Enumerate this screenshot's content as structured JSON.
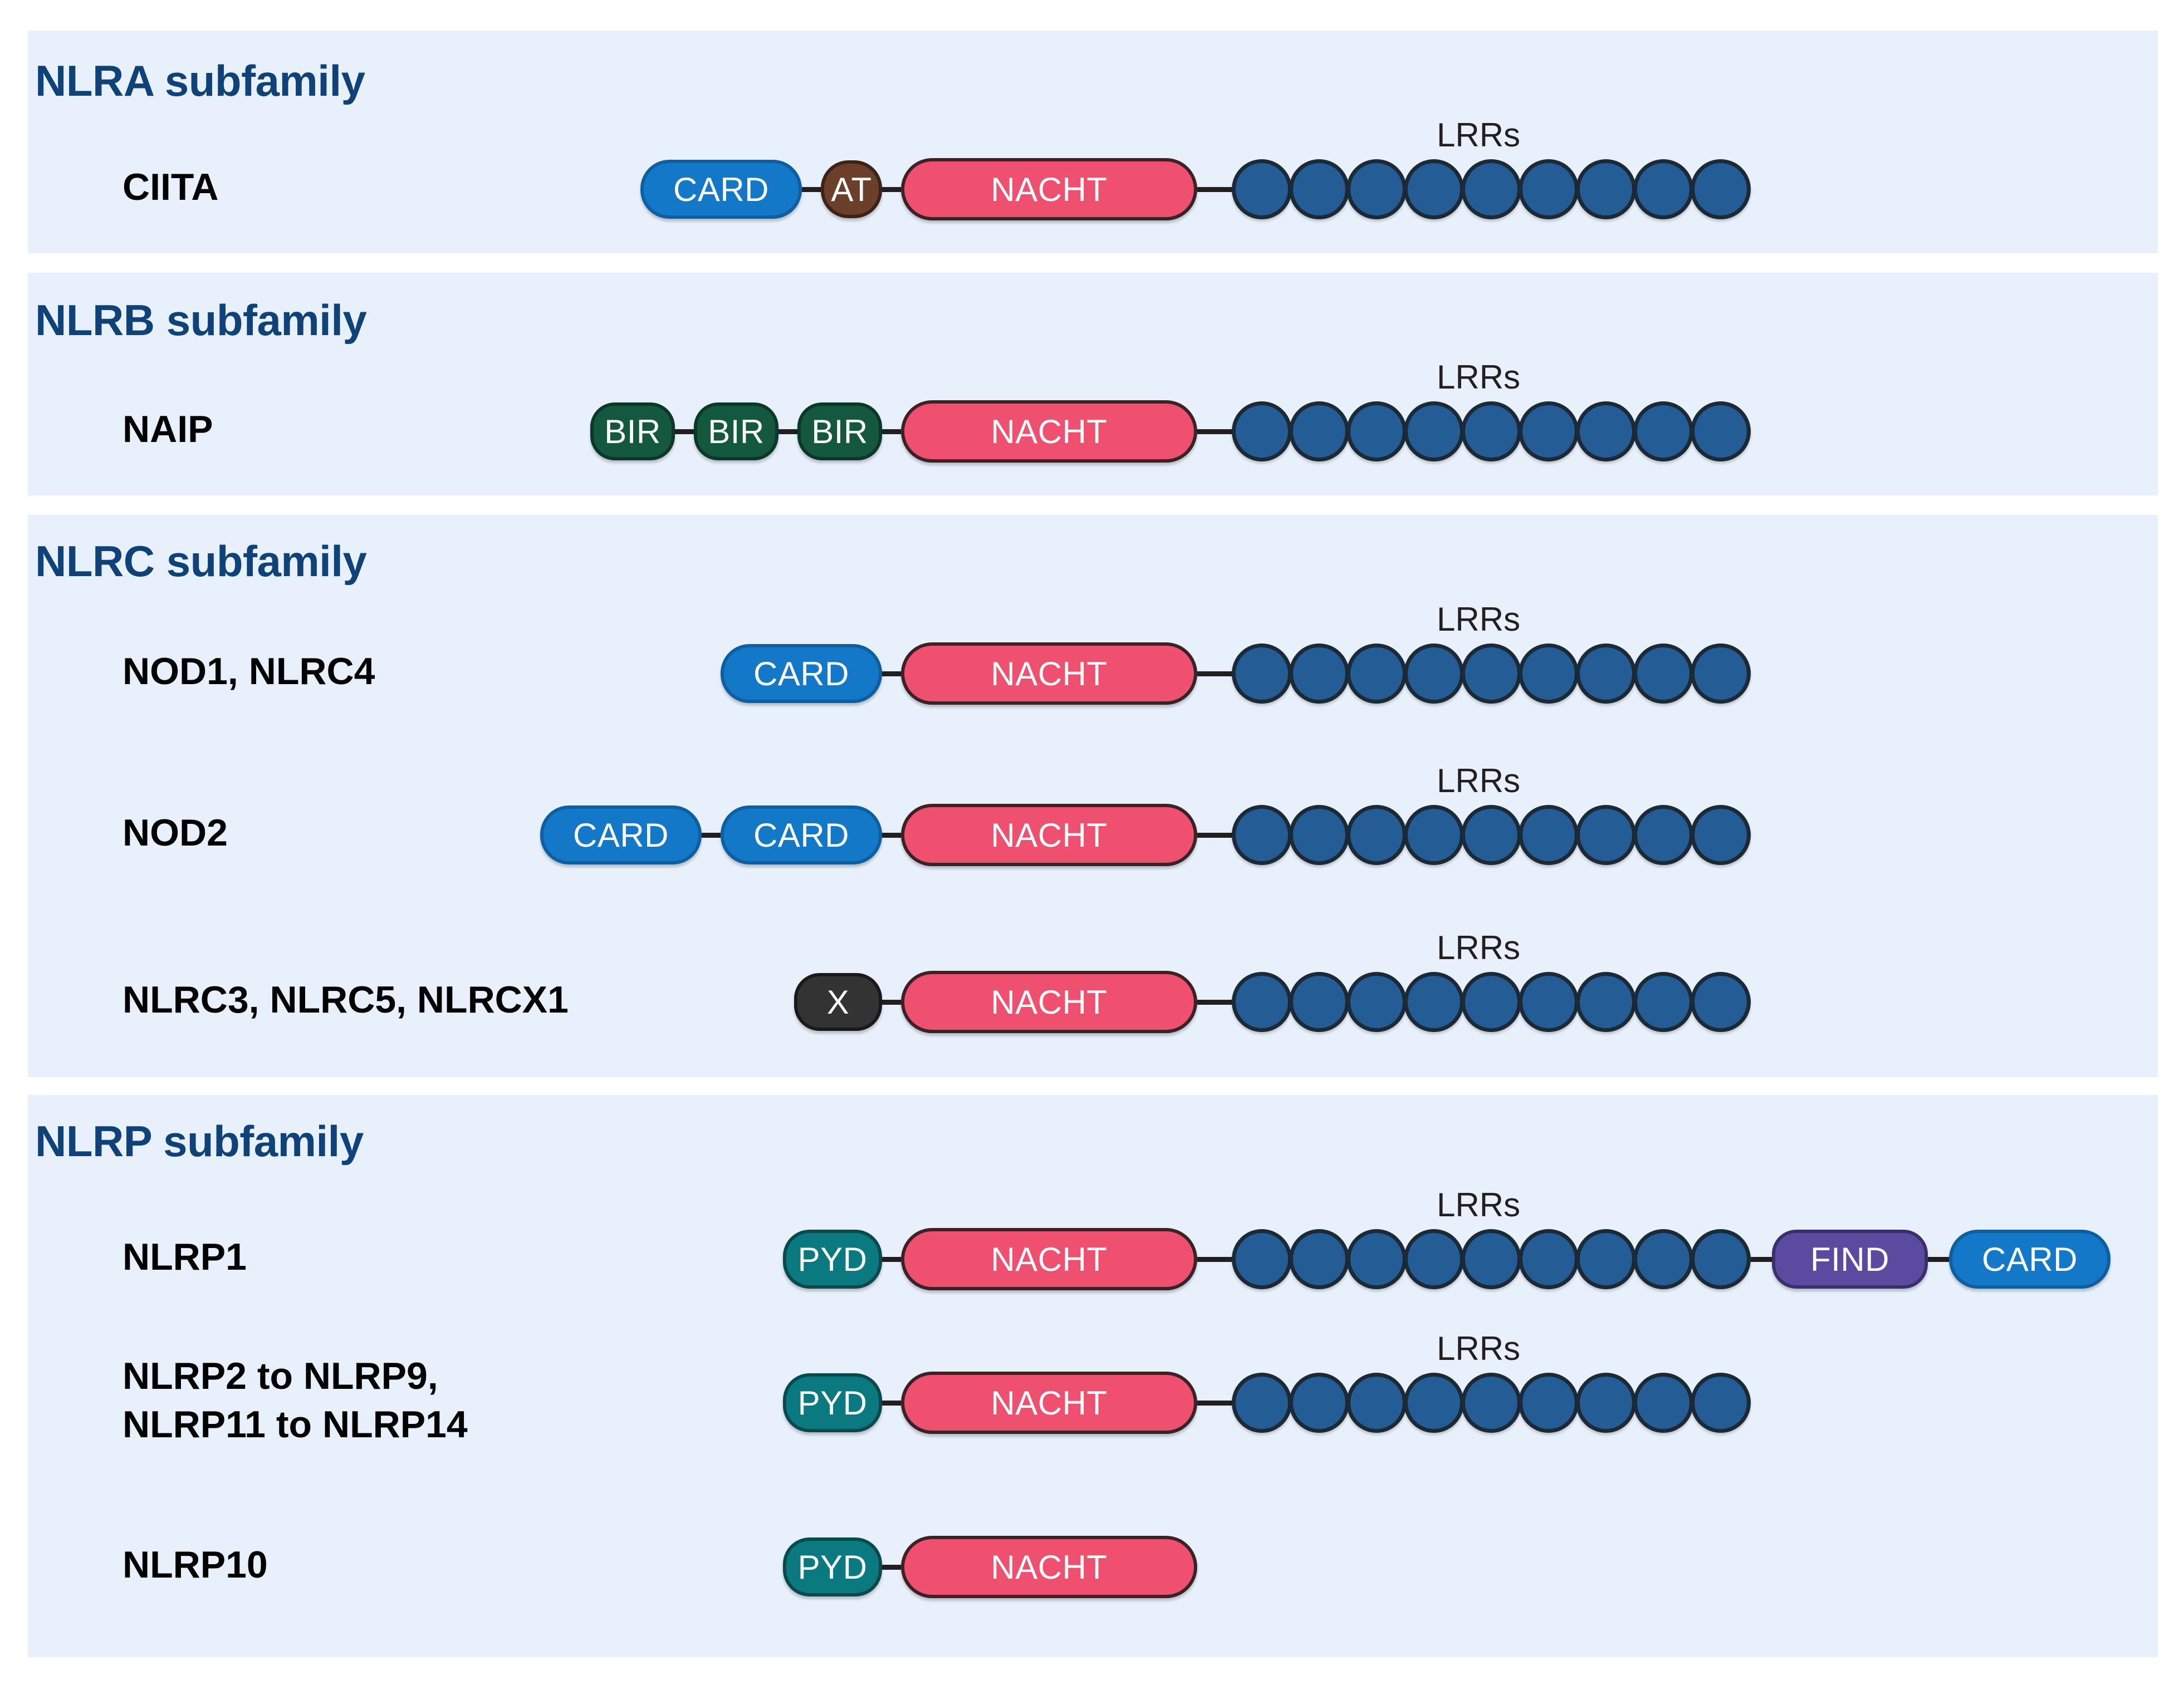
{
  "figure": {
    "background": "#ffffff",
    "panel_background": "#e8f0fb",
    "heading_color": "#0e4278",
    "label_color": "#000000"
  },
  "domain_colors": {
    "CARD": "#1378c8",
    "NACHT": "#f0506f",
    "AT": "#6b3f2a",
    "BIR": "#13583f",
    "PYD": "#0b7a80",
    "X": "#333333",
    "FIND": "#5b4ba0",
    "LRR": "#245d96"
  },
  "lrr_label": "LRRs",
  "panels": [
    {
      "title": "NLRA subfamily",
      "rows": [
        {
          "label": "CIITA",
          "label_lines": [
            "CIITA"
          ],
          "domains": [
            "CARD",
            "AT",
            "NACHT"
          ],
          "lrr_count": 9,
          "lrr_label": "LRRs",
          "trailing_domains": []
        }
      ]
    },
    {
      "title": "NLRB subfamily",
      "rows": [
        {
          "label": "NAIP",
          "label_lines": [
            "NAIP"
          ],
          "domains": [
            "BIR",
            "BIR",
            "BIR",
            "NACHT"
          ],
          "lrr_count": 9,
          "lrr_label": "LRRs",
          "trailing_domains": []
        }
      ]
    },
    {
      "title": "NLRC subfamily",
      "rows": [
        {
          "label": "NOD1, NLRC4",
          "label_lines": [
            "NOD1, NLRC4"
          ],
          "domains": [
            "CARD",
            "NACHT"
          ],
          "lrr_count": 9,
          "lrr_label": "LRRs",
          "trailing_domains": []
        },
        {
          "label": "NOD2",
          "label_lines": [
            "NOD2"
          ],
          "domains": [
            "CARD",
            "CARD",
            "NACHT"
          ],
          "lrr_count": 9,
          "lrr_label": "LRRs",
          "trailing_domains": []
        },
        {
          "label": "NLRC3, NLRC5, NLRCX1",
          "label_lines": [
            "NLRC3, NLRC5, NLRCX1"
          ],
          "domains": [
            "X",
            "NACHT"
          ],
          "lrr_count": 9,
          "lrr_label": "LRRs",
          "trailing_domains": []
        }
      ]
    },
    {
      "title": "NLRP subfamily",
      "rows": [
        {
          "label": "NLRP1",
          "label_lines": [
            "NLRP1"
          ],
          "domains": [
            "PYD",
            "NACHT"
          ],
          "lrr_count": 9,
          "lrr_label": "LRRs",
          "trailing_domains": [
            "FIND",
            "CARD"
          ]
        },
        {
          "label": "NLRP2 to NLRP9, NLRP11 to NLRP14",
          "label_lines": [
            "NLRP2 to NLRP9,",
            "NLRP11 to NLRP14"
          ],
          "domains": [
            "PYD",
            "NACHT"
          ],
          "lrr_count": 9,
          "lrr_label": "LRRs",
          "trailing_domains": []
        },
        {
          "label": "NLRP10",
          "label_lines": [
            "NLRP10"
          ],
          "domains": [
            "PYD",
            "NACHT"
          ],
          "lrr_count": 0,
          "lrr_label": "",
          "trailing_domains": []
        }
      ]
    }
  ]
}
